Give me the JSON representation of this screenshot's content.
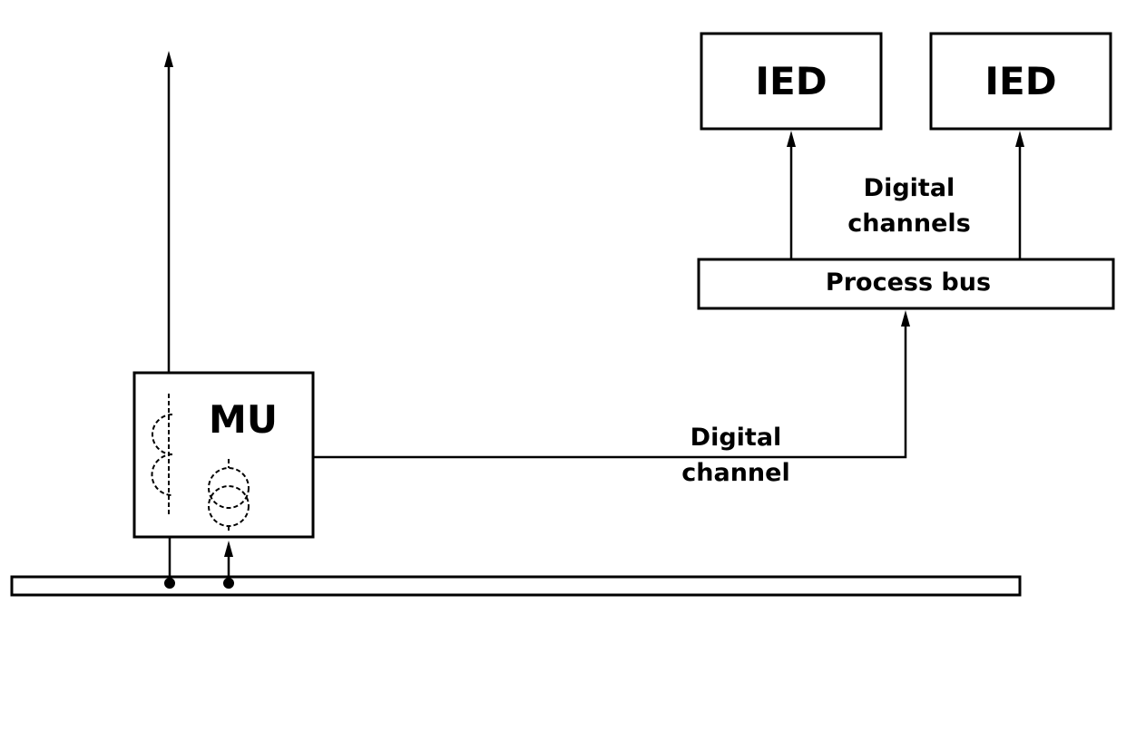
{
  "diagram": {
    "ied_left": {
      "label": "IED"
    },
    "ied_right": {
      "label": "IED"
    },
    "digital_channels": {
      "line1": "Digital",
      "line2": "channels"
    },
    "process_bus": {
      "label": "Process bus"
    },
    "merging_unit": {
      "label": "MU"
    },
    "digital_channel": {
      "line1": "Digital",
      "line2": "channel"
    },
    "busbar": {
      "label": ""
    },
    "colors": {
      "stroke": "#000000",
      "background": "#ffffff"
    }
  }
}
